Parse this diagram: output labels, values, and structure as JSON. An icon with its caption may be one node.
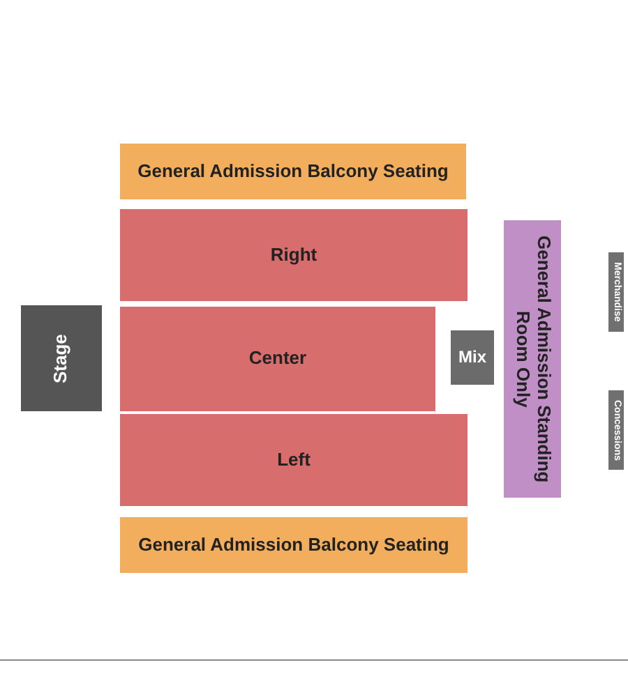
{
  "diagram": {
    "nodes": [
      {
        "text": [
          "General Admission Balcony Seating"
        ]
      },
      {
        "text": [
          "Right"
        ]
      },
      {
        "text": [
          "Center"
        ]
      },
      {
        "text": [
          "Left"
        ]
      },
      {
        "text": [
          "General Admission Balcony Seating"
        ]
      },
      {
        "text": [
          "Stage"
        ]
      },
      {
        "text": [
          "Mix"
        ]
      },
      {
        "text": [
          "General Admission Standing Room Only"
        ]
      },
      {
        "text": [
          "Merchandise"
        ]
      },
      {
        "text": [
          "Concessions"
        ]
      }
    ]
  }
}
